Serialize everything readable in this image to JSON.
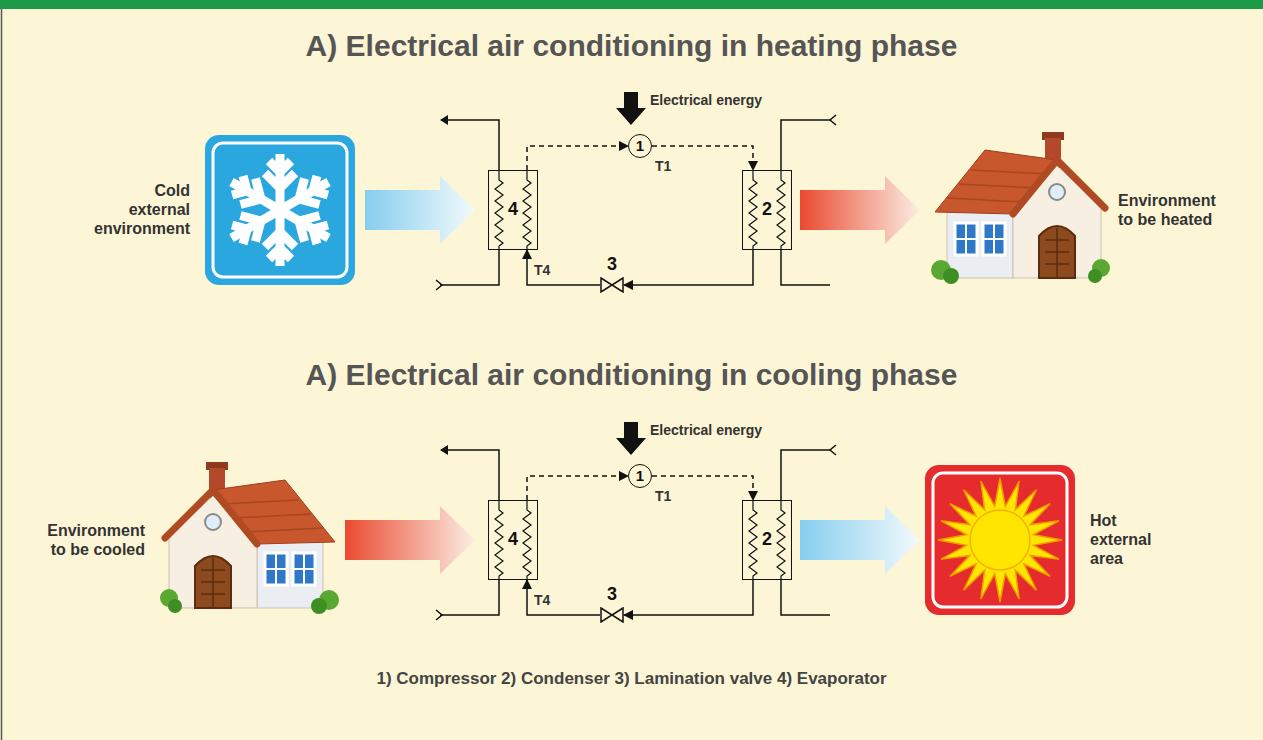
{
  "diagram": {
    "title": "A) Electrical air conditioning in heating phase",
    "caption": "1) Compressor 2) Condenser 3) Lamination valve 4) Evaporator",
    "nodes": [
      {
        "text": [
          "4"
        ]
      },
      {
        "text": [
          "1"
        ]
      },
      {
        "text": [
          "2"
        ]
      },
      {
        "text": [
          "3"
        ]
      },
      {
        "text": [
          "4"
        ]
      },
      {
        "text": [
          "1"
        ]
      },
      {
        "text": [
          "2"
        ]
      },
      {
        "text": [
          "3"
        ]
      }
    ],
    "edges": [
      {
        "from": 0,
        "to": 1,
        "arrow": "to"
      },
      {
        "from": 1,
        "to": 2,
        "arrow": "to"
      },
      {
        "from": 2,
        "to": 3,
        "arrow": "to"
      },
      {
        "from": 3,
        "to": 0,
        "arrow": "to"
      },
      {
        "from": 4,
        "to": 5,
        "arrow": "to"
      },
      {
        "from": 5,
        "to": 6,
        "arrow": "to"
      },
      {
        "from": 6,
        "to": 7,
        "arrow": "to"
      },
      {
        "from": 7,
        "to": 4,
        "arrow": "to"
      }
    ],
    "labels": [
      "Cold external environment",
      "Electrical energy",
      "T1",
      "T4",
      "Environment to be heated",
      "A) Electrical air conditioning in cooling phase",
      "Environment to be cooled",
      "Electrical energy",
      "T1",
      "T4",
      "Hot external area"
    ]
  }
}
